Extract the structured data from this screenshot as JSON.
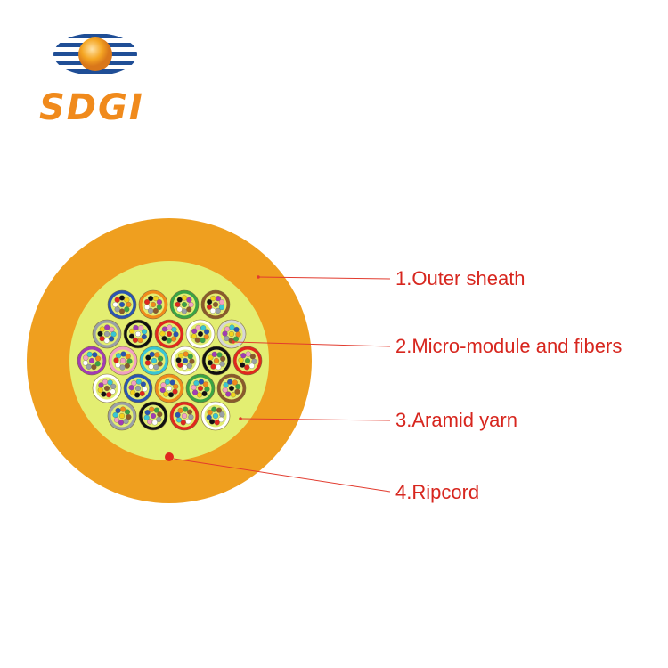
{
  "logo": {
    "text": "SDGI",
    "text_color": "#f08a1c",
    "stripe_color": "#1f4e96",
    "ball_color": "#f5a623"
  },
  "cable": {
    "sheath_color": "#ef9f1f",
    "aramid_color": "#e3ee72",
    "ripcord_color": "#e0281e",
    "leader_color": "#e23b2e",
    "tube_colors": [
      "#2a55b0",
      "#f08a1c",
      "#3aa345",
      "#8a5a2b",
      "#9aa0a6",
      "#111111",
      "#e0281e",
      "#ffffff",
      "#d6d6d6",
      "#a23bb4",
      "#f2a0c2",
      "#39c6d3",
      "#ffffff",
      "#111111",
      "#e0281e",
      "#ffffff"
    ]
  },
  "labels": [
    {
      "id": "outer-sheath",
      "text": "1.Outer sheath"
    },
    {
      "id": "micro-module",
      "text": "2.Micro-module and fibers"
    },
    {
      "id": "aramid-yarn",
      "text": "3.Aramid yarn"
    },
    {
      "id": "ripcord",
      "text": "4.Ripcord"
    }
  ],
  "label_color": "#d7261e"
}
